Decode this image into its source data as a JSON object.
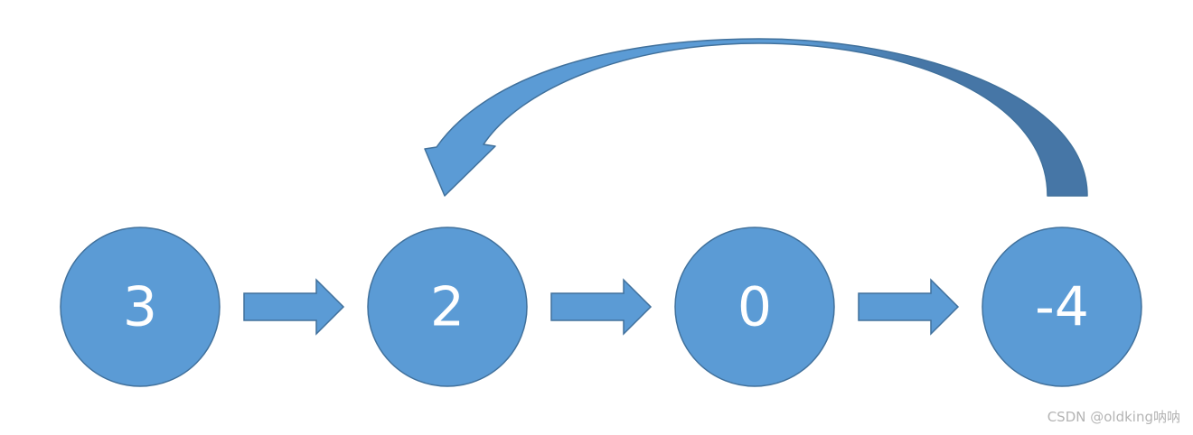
{
  "diagram": {
    "nodes": [
      {
        "id": "n1",
        "label": "3"
      },
      {
        "id": "n2",
        "label": "2"
      },
      {
        "id": "n3",
        "label": "0"
      },
      {
        "id": "n4",
        "label": "-4"
      }
    ],
    "edges": [
      {
        "from": "n1",
        "to": "n2"
      },
      {
        "from": "n2",
        "to": "n3"
      },
      {
        "from": "n3",
        "to": "n4"
      },
      {
        "from": "n4",
        "to": "n2",
        "style": "curved-back"
      }
    ]
  },
  "watermark": "CSDN @oldking呐呐",
  "colors": {
    "node_fill": "#5b9bd5",
    "node_stroke": "#41719c",
    "arrow_fill": "#5b9bd5",
    "curve_inner": "#5b9bd5",
    "curve_outer": "#4676a6",
    "watermark": "#b4b4b4"
  }
}
